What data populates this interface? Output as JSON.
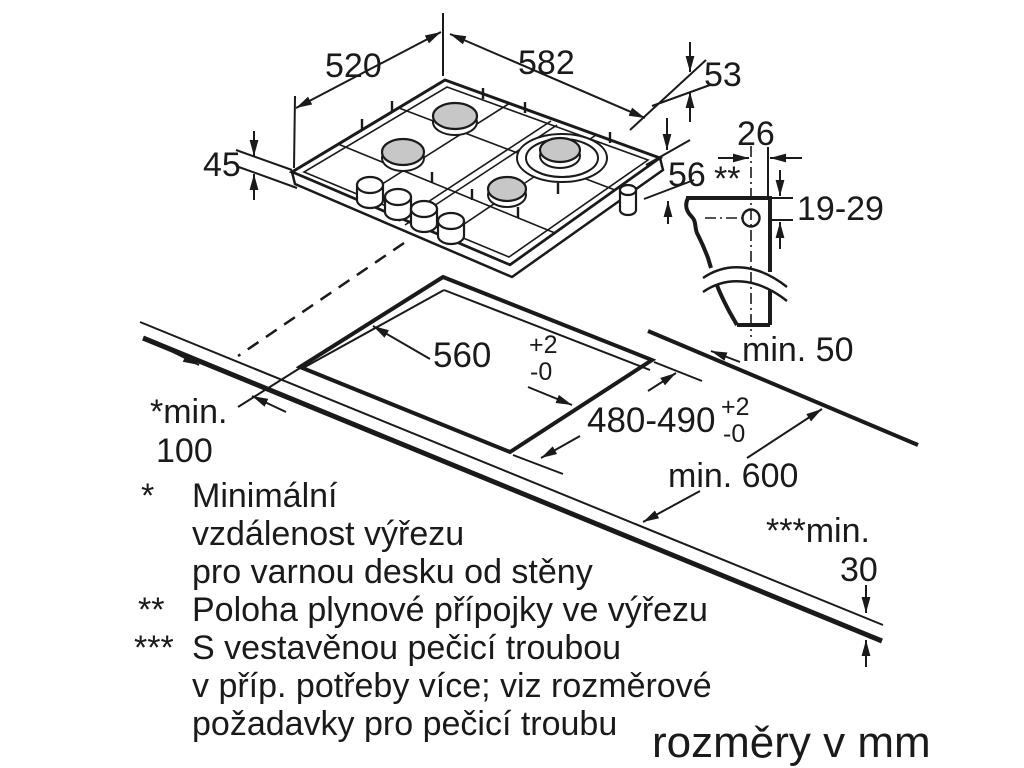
{
  "colors": {
    "line": "#1a1a1a",
    "burner_fill": "#c7c7c7",
    "background": "#ffffff"
  },
  "dimensions": {
    "hob_width_top": "520",
    "hob_width_front": "582",
    "hob_height_rear": "53",
    "hob_height_left": "45",
    "hob_depth_connector": "56",
    "gas_offset_x": "26",
    "gas_offset_y": "19-29",
    "gas_note_marker": "**",
    "rear_clearance": "min. 50",
    "cutout_width": "560",
    "cutout_depth": "480-490",
    "tol_plus": "+2",
    "tol_minus": "-0",
    "side_clearance_line1": "*min.",
    "side_clearance_line2": "100",
    "worktop_depth": "min. 600",
    "front_clearance_line1": "***min.",
    "front_clearance_line2": "30"
  },
  "footnotes": [
    {
      "marker": "*",
      "lines": [
        "Minimální",
        "vzdálenost výřezu",
        "pro varnou desku od stěny"
      ]
    },
    {
      "marker": "**",
      "lines": [
        "Poloha plynové přípojky ve výřezu"
      ]
    },
    {
      "marker": "***",
      "lines": [
        "S vestavěnou pečicí troubou",
        "v příp. potřeby více; viz rozměrové",
        "požadavky pro pečicí troubu"
      ]
    }
  ],
  "units_note": "rozměry v mm"
}
